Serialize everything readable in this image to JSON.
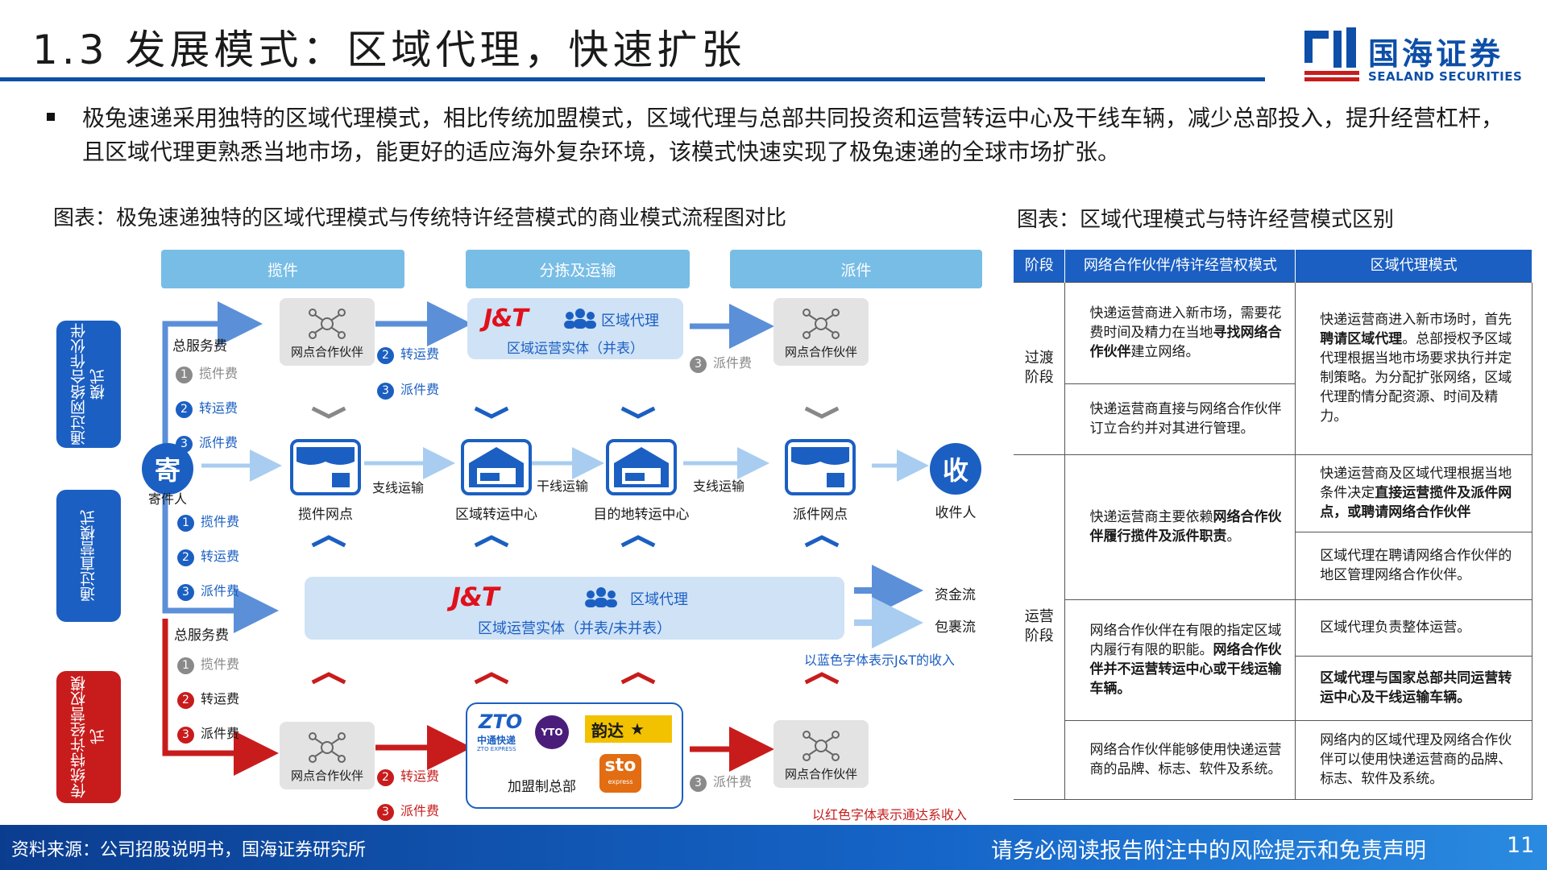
{
  "header": {
    "title": "1.3 发展模式：区域代理，快速扩张",
    "logo_cn": "国海证券",
    "logo_en": "SEALAND SECURITIES"
  },
  "bullet": "极兔速递采用独特的区域代理模式，相比传统加盟模式，区域代理与总部共同投资和运营转运中心及干线车辆，减少总部投入，提升经营杠杆，且区域代理更熟悉当地市场，能更好的适应海外复杂环境，该模式快速实现了极兔速递的全球市场扩张。",
  "diagram": {
    "caption": "图表：极兔速递独特的区域代理模式与传统特许经营模式的商业模式流程图对比",
    "phases": [
      "揽件",
      "分拣及运输",
      "派件"
    ],
    "modes": [
      "通过网络合作伙伴模式",
      "通过直营模式",
      "传统特许经营权模式"
    ],
    "partner_node": "网点合作伙伴",
    "total_fee": "总服务费",
    "fee_pickup": "揽件费",
    "fee_transfer": "转运费",
    "fee_delivery": "派件费",
    "jt_logo": "J&T",
    "regional_agent": "区域代理",
    "entity_top": "区域运营实体（并表）",
    "entity_mid": "区域运营实体（并表/未并表）",
    "sender_icon": "寄",
    "sender": "寄件人",
    "receiver_icon": "收",
    "receiver": "收件人",
    "chain": [
      "揽件网点",
      "区域转运中心",
      "目的地转运中心",
      "派件网点"
    ],
    "link_labels": [
      "支线运输",
      "干线运输",
      "支线运输"
    ],
    "legend_money": "资金流",
    "legend_parcel": "包裹流",
    "note_blue": "以蓝色字体表示J&T的收入",
    "note_red": "以红色字体表示通达系收入",
    "franchise_hq": "加盟制总部",
    "zto": "ZTO",
    "zto_cn": "中通快递",
    "zto_en": "ZTO EXPRESS",
    "yto": "YTO",
    "yunda": "韵达",
    "sto": "sto",
    "sto_sub": "express"
  },
  "table": {
    "caption": "图表：区域代理模式与特许经营模式区别",
    "headers": [
      "阶段",
      "网络合作伙伴/特许经营权模式",
      "区域代理模式"
    ],
    "stage_transition": "过渡阶段",
    "stage_operation": "运营阶段",
    "t1_left_a": "快递运营商进入新市场，需要花费时间及精力在当地",
    "t1_left_b": "寻找网络合作伙伴",
    "t1_left_c": "建立网络。",
    "t2_left": "快递运营商直接与网络合作伙伴订立合约并对其进行管理。",
    "t1_right_a": "快递运营商进入新市场时，首先",
    "t1_right_b": "聘请区域代理",
    "t1_right_c": "。总部授权予区域代理根据当地市场要求执行并定制策略。为分配扩张网络，区域代理酌情分配资源、时间及精力。",
    "o1_left_a": "快递运营商主要依赖",
    "o1_left_b": "网络合作伙伴履行揽件及派件职责",
    "o1_left_c": "。",
    "o1_right_a": "快递运营商及区域代理根据当地条件决定",
    "o1_right_b": "直接运营揽件及派件网点，或聘请网络合作伙伴",
    "o2_right": "区域代理在聘请网络合作伙伴的地区管理网络合作伙伴。",
    "o3_left_a": "网络合作伙伴在有限的指定区域内履行有限的职能。",
    "o3_left_b": "网络合作伙伴并不运营转运中心或干线运输车辆。",
    "o3_right": "区域代理负责整体运营。",
    "o4_right": "区域代理与国家总部共同运营转运中心及干线运输车辆。",
    "o5_left": "网络合作伙伴能够使用快递运营商的品牌、标志、软件及系统。",
    "o5_right": "网络内的区域代理及网络合作伙伴可以使用快递运营商的品牌、标志、软件及系统。"
  },
  "footer": {
    "source": "资料来源：公司招股说明书，国海证券研究所",
    "disclaimer": "请务必阅读报告附注中的风险提示和免责声明",
    "page": "11"
  },
  "colors": {
    "brand_blue": "#1b5fc2",
    "light_blue": "#78bde6",
    "red": "#c81c1c"
  }
}
